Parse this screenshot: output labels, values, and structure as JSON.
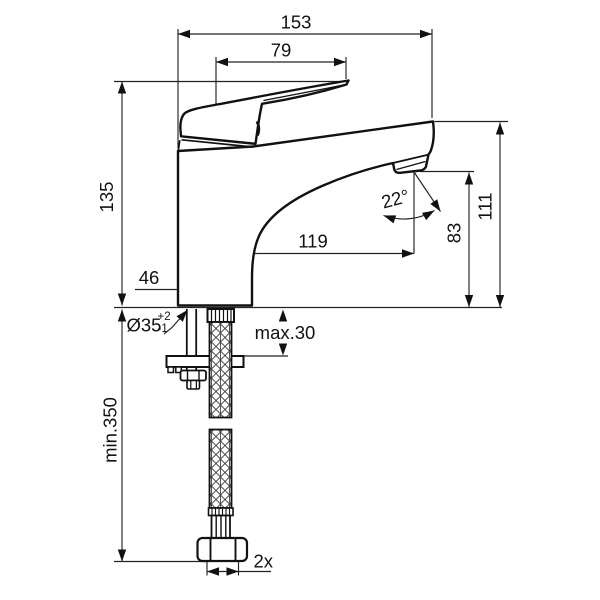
{
  "drawing": {
    "background": "#ffffff",
    "line_color": "#111111",
    "labels": {
      "overall_length": "153",
      "handle_length": "79",
      "total_height": "135",
      "base_width": "46",
      "spout_reach": "119",
      "stream_angle": "22°",
      "outlet_height": "83",
      "spout_top_height": "111",
      "hole_diameter": "Ø35",
      "hole_tol_plus": "+2",
      "hole_tol_minus": "-1",
      "max_deck_thickness": "max.30",
      "min_hose_length": "min.350",
      "hose_quantity": "2x"
    }
  }
}
